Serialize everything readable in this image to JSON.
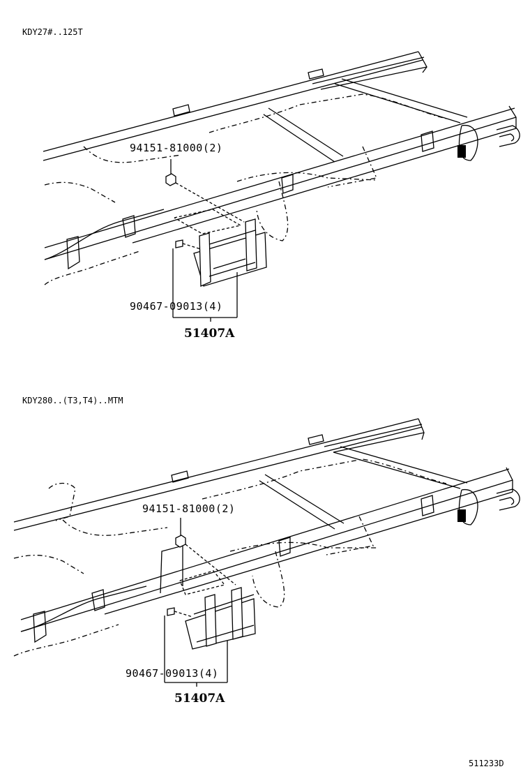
{
  "diagram_id": "511233D",
  "sections": [
    {
      "caption": "KDY27#..125T",
      "nut_part": "94151-81000(2)",
      "bolt_part": "90467-09013(4)",
      "assembly": "51407A"
    },
    {
      "caption": "KDY280..(T3,T4)..MTM",
      "nut_part": "94151-81000(2)",
      "bolt_part": "90467-09013(4)",
      "assembly": "51407A"
    }
  ],
  "colors": {
    "line": "#000000",
    "background": "#ffffff"
  }
}
